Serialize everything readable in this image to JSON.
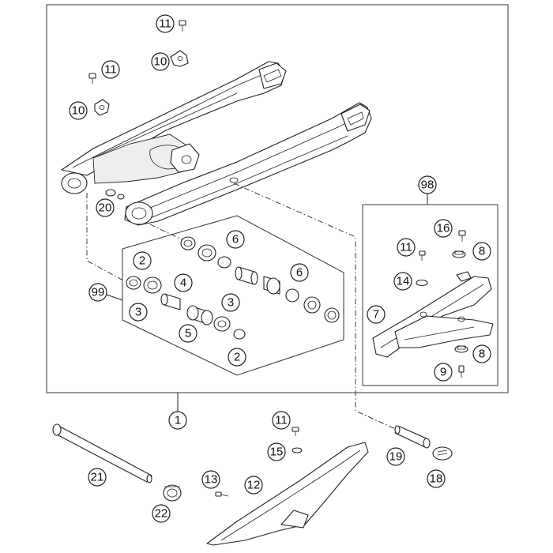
{
  "callouts": {
    "c1": "1",
    "c2a": "2",
    "c2b": "2",
    "c3a": "3",
    "c3b": "3",
    "c4": "4",
    "c5": "5",
    "c6a": "6",
    "c6b": "6",
    "c7": "7",
    "c8a": "8",
    "c8b": "8",
    "c9": "9",
    "c10a": "10",
    "c10b": "10",
    "c11a": "11",
    "c11b": "11",
    "c11c": "11",
    "c11d": "11",
    "c12": "12",
    "c13": "13",
    "c14": "14",
    "c15": "15",
    "c16": "16",
    "c18": "18",
    "c19": "19",
    "c20": "20",
    "c21": "21",
    "c22": "22",
    "c98": "98",
    "c99": "99"
  },
  "icons": {
    "logo_mark": "ktm-wordmark-badge"
  }
}
